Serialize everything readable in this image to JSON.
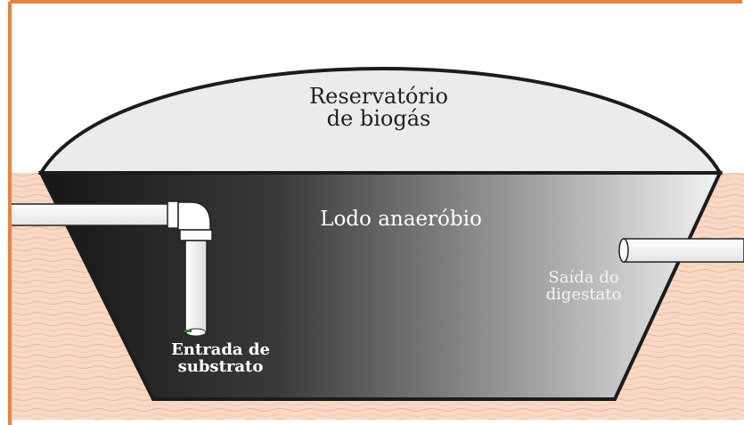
{
  "diagram": {
    "labels": {
      "gas_reservoir": [
        "Reservatório",
        "de biogás"
      ],
      "sludge": "Lodo anaeróbio",
      "outlet": [
        "Saída do",
        "digestato"
      ],
      "inlet": [
        "Entrada de",
        "substrato"
      ]
    },
    "colors": {
      "frame": "#e8833a",
      "soil": "#f7d7c2",
      "soil_lines": "#e7b59c",
      "dome": "#ebebeb",
      "outline": "#1c1c1c",
      "sludge_dark": "#1a1a1a",
      "sludge_light": "#f1f1f1",
      "pipe": "#ffffff"
    }
  }
}
